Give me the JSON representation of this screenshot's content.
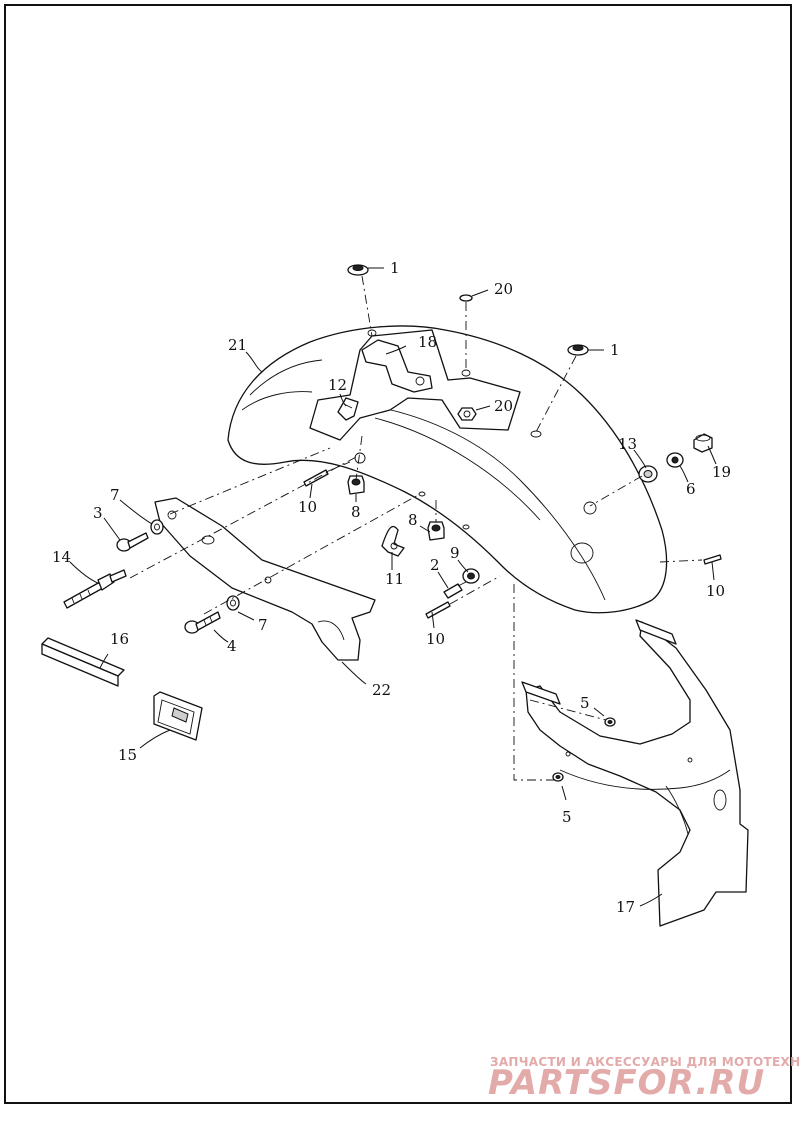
{
  "diagram": {
    "callouts": [
      {
        "id": "c1a",
        "text": "1"
      },
      {
        "id": "c20a",
        "text": "20"
      },
      {
        "id": "c1b",
        "text": "1"
      },
      {
        "id": "c21",
        "text": "21"
      },
      {
        "id": "c18",
        "text": "18"
      },
      {
        "id": "c12",
        "text": "12"
      },
      {
        "id": "c20b",
        "text": "20"
      },
      {
        "id": "c13",
        "text": "13"
      },
      {
        "id": "c6",
        "text": "6"
      },
      {
        "id": "c19",
        "text": "19"
      },
      {
        "id": "c10a",
        "text": "10"
      },
      {
        "id": "c8a",
        "text": "8"
      },
      {
        "id": "c8b",
        "text": "8"
      },
      {
        "id": "c7a",
        "text": "7"
      },
      {
        "id": "c3",
        "text": "3"
      },
      {
        "id": "c9",
        "text": "9"
      },
      {
        "id": "c11",
        "text": "11"
      },
      {
        "id": "c2",
        "text": "2"
      },
      {
        "id": "c10b",
        "text": "10"
      },
      {
        "id": "c10c",
        "text": "10"
      },
      {
        "id": "c14",
        "text": "14"
      },
      {
        "id": "c4",
        "text": "4"
      },
      {
        "id": "c7b",
        "text": "7"
      },
      {
        "id": "c16",
        "text": "16"
      },
      {
        "id": "c22",
        "text": "22"
      },
      {
        "id": "c5a",
        "text": "5"
      },
      {
        "id": "c5b",
        "text": "5"
      },
      {
        "id": "c15",
        "text": "15"
      },
      {
        "id": "c17",
        "text": "17"
      }
    ]
  },
  "watermark": {
    "tagline": "ЗАПЧАСТИ И АКСЕССУАРЫ ДЛЯ МОТОТЕХНИКИ",
    "logo": "PARTSFOR.RU",
    "color": "#e3aaaa"
  }
}
